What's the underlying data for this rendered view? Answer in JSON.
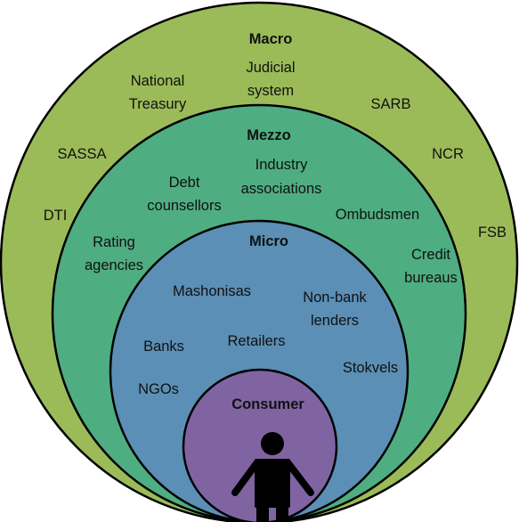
{
  "diagram": {
    "colors": {
      "macro": "#9bbb59",
      "mezzo": "#4fad82",
      "micro": "#5b8fb5",
      "consumer": "#8064a2",
      "outline": "#000000"
    },
    "macro": {
      "title": "Macro",
      "items": [
        "National",
        "Treasury",
        "Judicial",
        "system",
        "SARB",
        "SASSA",
        "NCR",
        "DTI",
        "FSB"
      ]
    },
    "mezzo": {
      "title": "Mezzo",
      "items": [
        "Industry",
        "associations",
        "Debt",
        "counsellors",
        "Ombudsmen",
        "Rating",
        "agencies",
        "Credit",
        "bureaus"
      ]
    },
    "micro": {
      "title": "Micro",
      "items": [
        "Mashonisas",
        "Non-bank",
        "lenders",
        "Banks",
        "Retailers",
        "Stokvels",
        "NGOs"
      ]
    },
    "consumer": {
      "title": "Consumer",
      "icon": "person-icon"
    }
  }
}
